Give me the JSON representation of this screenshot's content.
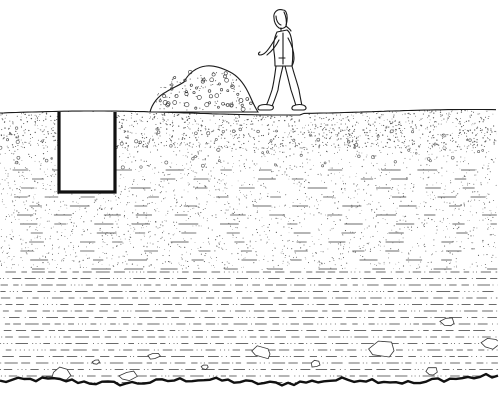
{
  "diagram": {
    "kind": "soil-profile-cross-section",
    "colors": {
      "ink": "#1a1a1a",
      "background": "#ffffff",
      "stipple": "#5a5a5a",
      "dash": "#6b6b6b"
    },
    "elements": [
      "walking-person",
      "spoil-heap",
      "excavated-pit",
      "topsoil-layer",
      "gravelly-subsoil-layer",
      "stratified-clay-layer",
      "bedrock-contact"
    ]
  }
}
